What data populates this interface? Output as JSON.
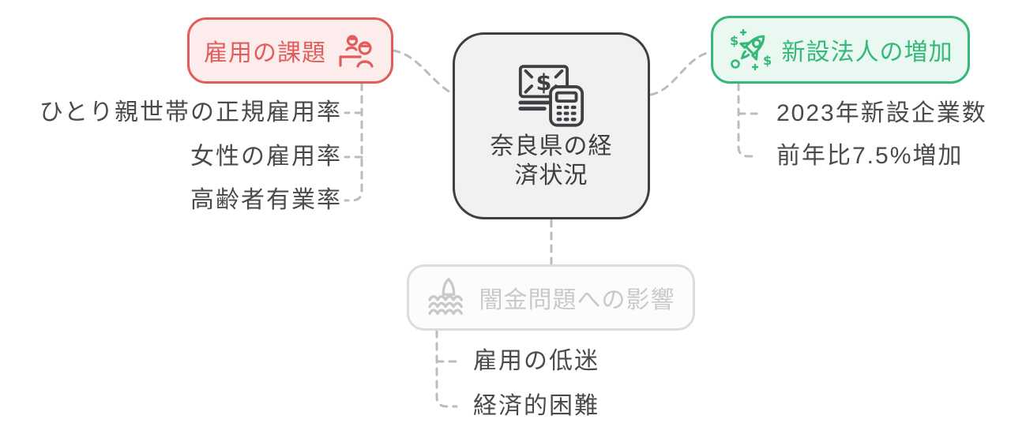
{
  "diagram": {
    "center_node": {
      "label": "奈良県の経済状況",
      "icon": "money-calculator-icon"
    },
    "branches": {
      "employment": {
        "label": "雇用の課題",
        "icon": "interview-people-icon",
        "accent": "#e15d5d",
        "fill": "#fdecec",
        "children": [
          "ひとり親世帯の正規雇用率",
          "女性の雇用率",
          "高齢者有業率"
        ]
      },
      "new_corporations": {
        "label": "新設法人の増加",
        "icon": "rocket-dollars-icon",
        "accent": "#35b878",
        "fill": "#e9f8f0",
        "children": [
          "2023年新設企業数",
          "前年比7.5%増加"
        ]
      },
      "loan_shark": {
        "label": "闇金問題への影響",
        "icon": "shark-waves-icon",
        "accent": "#c9c9c9",
        "fill": "#fcfcfc",
        "children": [
          "雇用の低迷",
          "経済的困難"
        ]
      }
    },
    "colors": {
      "connector": "#bcbcbc",
      "leaf_text": "#4a4a4a",
      "center_border": "#3d3f42",
      "center_fill": "#f1f1f2"
    }
  }
}
